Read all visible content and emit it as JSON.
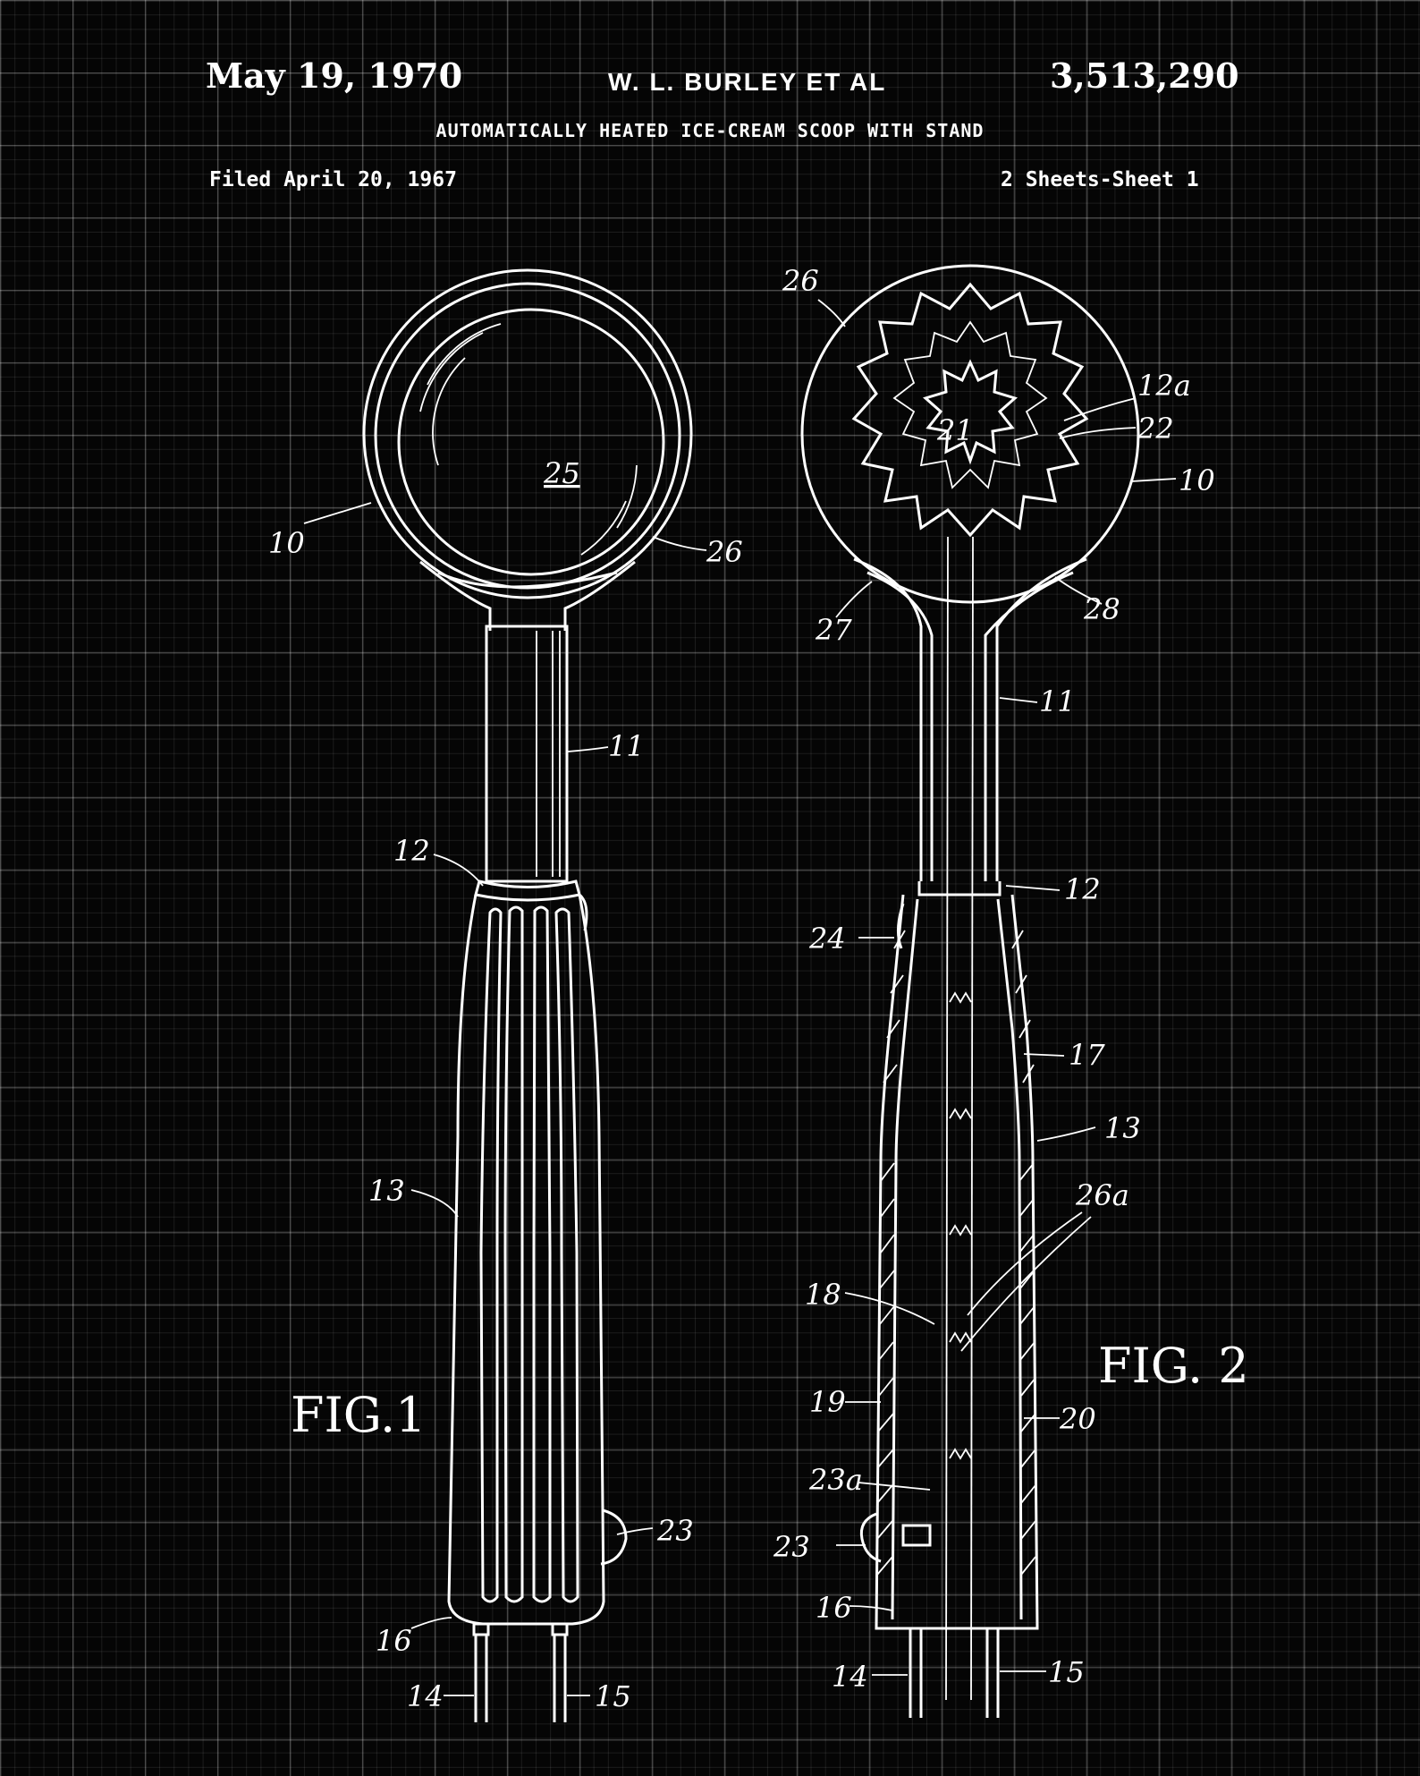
{
  "header": {
    "date": "May 19, 1970",
    "inventor": "W. L. BURLEY ET AL",
    "patent_number": "3,513,290",
    "title": "AUTOMATICALLY HEATED ICE-CREAM SCOOP WITH STAND",
    "filed": "Filed April 20, 1967",
    "sheets": "2 Sheets-Sheet 1"
  },
  "figures": {
    "fig1": {
      "label": "FIG.1",
      "refs": {
        "r10": "10",
        "r25": "25",
        "r26": "26",
        "r11": "11",
        "r12": "12",
        "r13": "13",
        "r23": "23",
        "r16": "16",
        "r14": "14",
        "r15": "15"
      }
    },
    "fig2": {
      "label": "FIG. 2",
      "refs": {
        "r26": "26",
        "r12a": "12a",
        "r21": "21",
        "r22": "22",
        "r10": "10",
        "r27": "27",
        "r28": "28",
        "r11": "11",
        "r12": "12",
        "r24": "24",
        "r17": "17",
        "r13": "13",
        "r26a": "26a",
        "r18": "18",
        "r19": "19",
        "r20": "20",
        "r23a": "23a",
        "r23": "23",
        "r16": "16",
        "r14": "14",
        "r15": "15"
      }
    }
  },
  "colors": {
    "background": "#050505",
    "ink": "#ffffff",
    "grid": "rgba(255,255,255,0.22)"
  }
}
